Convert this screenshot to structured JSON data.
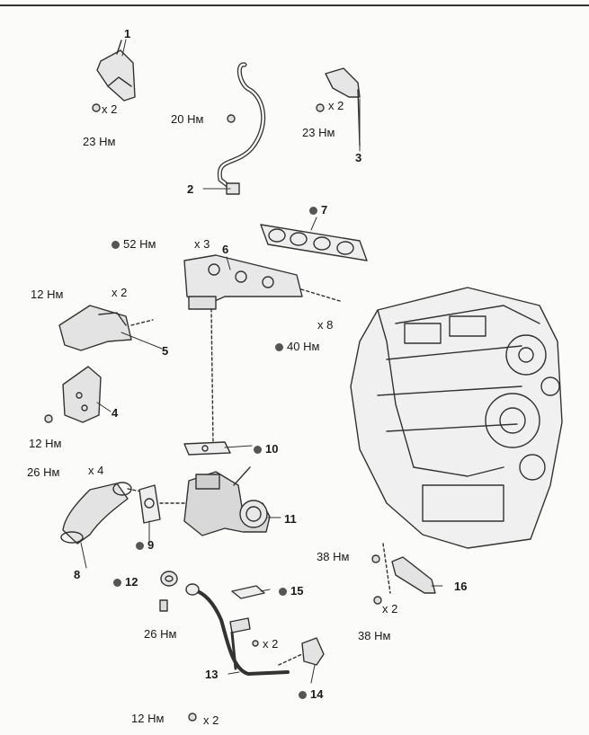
{
  "callouts": [
    {
      "id": "c1",
      "text": "1"
    },
    {
      "id": "c2",
      "text": "2"
    },
    {
      "id": "c3",
      "text": "3"
    },
    {
      "id": "c4",
      "text": "4"
    },
    {
      "id": "c5",
      "text": "5"
    },
    {
      "id": "c6",
      "text": "6"
    },
    {
      "id": "c7",
      "text": "7"
    },
    {
      "id": "c8",
      "text": "8"
    },
    {
      "id": "c9",
      "text": "9"
    },
    {
      "id": "c10",
      "text": "10"
    },
    {
      "id": "c11",
      "text": "11"
    },
    {
      "id": "c12",
      "text": "12"
    },
    {
      "id": "c13",
      "text": "13"
    },
    {
      "id": "c14",
      "text": "14"
    },
    {
      "id": "c15",
      "text": "15"
    },
    {
      "id": "c16",
      "text": "16"
    }
  ],
  "torques": {
    "t_23a": "23 Нм",
    "t_20": "20 Нм",
    "t_23b": "23 Нм",
    "t_52": "52 Нм",
    "t_12a": "12 Нм",
    "t_40": "40 Нм",
    "t_12b": "12 Нм",
    "t_26a": "26 Нм",
    "t_38a": "38 Нм",
    "t_26b": "26 Нм",
    "t_38b": "38 Нм",
    "t_12c": "12 Нм"
  },
  "quantities": {
    "q_1": "x 2",
    "q_3": "x 2",
    "q_52": "x 3",
    "q_12a": "x 2",
    "q_8": "x 8",
    "q_26": "x 4",
    "q_16": "x 2",
    "q_14": "x 2",
    "q_13": "x 2"
  },
  "colors": {
    "ink": "#1a1a1a",
    "dot": "#555555",
    "line": "#333333"
  }
}
